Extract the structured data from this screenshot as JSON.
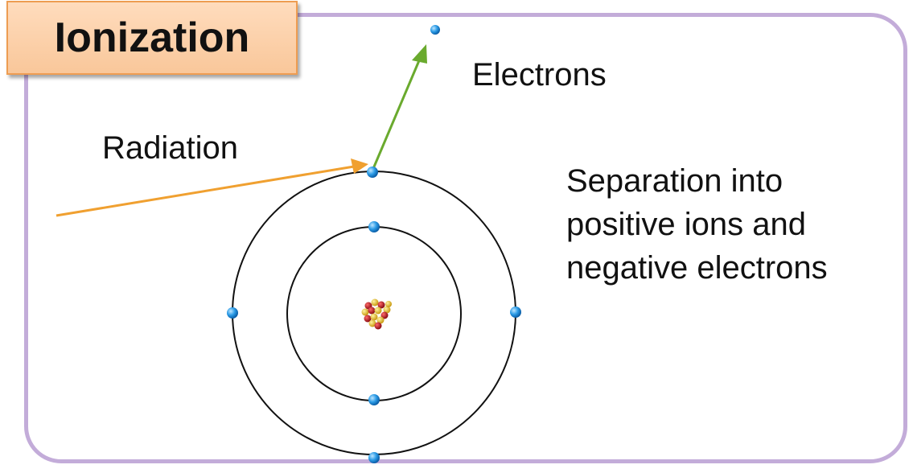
{
  "title": "Ionization",
  "labels": {
    "electrons": "Electrons",
    "radiation": "Radiation",
    "separation": [
      "Separation into",
      "positive ions and",
      "negative electrons"
    ]
  },
  "colors": {
    "frame_border": "#c3acd9",
    "title_fill": "#fbd2ae",
    "title_border": "#ee9d52",
    "radiation_arrow": "#f0a030",
    "electron_arrow": "#6aaa2e",
    "electron": "#1e90e0",
    "orbit": "#111111",
    "proton": "#c0121b",
    "neutron": "#e8c020"
  },
  "icons": {
    "nucleus": "atom-nucleus-icon",
    "electron": "electron-dot-icon"
  }
}
